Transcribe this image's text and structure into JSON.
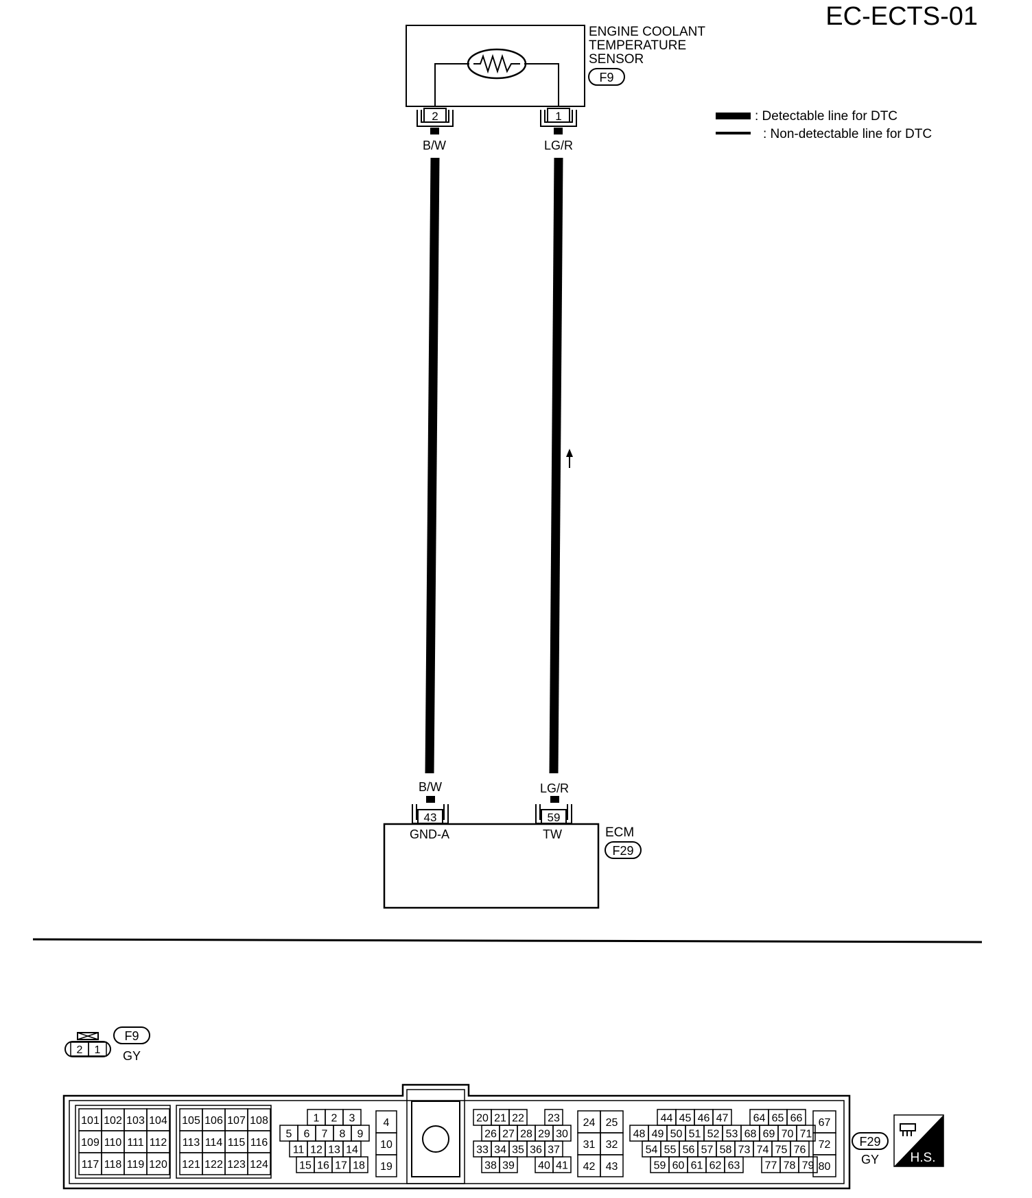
{
  "diagram_id": "EC-ECTS-01",
  "sensor": {
    "name_lines": [
      "ENGINE COOLANT",
      "TEMPERATURE",
      "SENSOR"
    ],
    "connector": "F9",
    "pin_left": "2",
    "pin_right": "1"
  },
  "legend": {
    "detectable": ": Detectable line for DTC",
    "non_detectable": ": Non-detectable line for DTC"
  },
  "wires": {
    "left_top": "B/W",
    "right_top": "LG/R",
    "left_bottom": "B/W",
    "right_bottom": "LG/R"
  },
  "ecm": {
    "label": "ECM",
    "connector": "F29",
    "pin_left": "43",
    "pin_right": "59",
    "term_left": "GND-A",
    "term_right": "TW"
  },
  "f9_view": {
    "connector": "F9",
    "color": "GY",
    "pins": [
      "2",
      "1"
    ]
  },
  "f29_view": {
    "connector": "F29",
    "color": "GY",
    "hs_label": "H.S.",
    "block_a": [
      [
        "101",
        "102",
        "103",
        "104"
      ],
      [
        "109",
        "110",
        "111",
        "112"
      ],
      [
        "117",
        "118",
        "119",
        "120"
      ]
    ],
    "block_b": [
      [
        "105",
        "106",
        "107",
        "108"
      ],
      [
        "113",
        "114",
        "115",
        "116"
      ],
      [
        "121",
        "122",
        "123",
        "124"
      ]
    ],
    "block_c": [
      [
        "1",
        "2",
        "3"
      ],
      [
        "5",
        "6",
        "7",
        "8",
        "9"
      ],
      [
        "11",
        "12",
        "13",
        "14"
      ],
      [
        "15",
        "16",
        "17",
        "18"
      ]
    ],
    "block_d": [
      "4",
      "10",
      "19"
    ],
    "block_e": [
      [
        "20",
        "21",
        "22",
        "",
        "23"
      ],
      [
        "26",
        "27",
        "28",
        "29",
        "30"
      ],
      [
        "33",
        "34",
        "35",
        "36",
        "37"
      ],
      [
        "38",
        "39",
        "",
        "40",
        "41"
      ]
    ],
    "block_f": [
      [
        "24",
        "25"
      ],
      [
        "31",
        "32"
      ],
      [
        "42",
        "43"
      ]
    ],
    "block_g": [
      [
        "44",
        "45",
        "46",
        "47",
        "",
        "64",
        "65",
        "66"
      ],
      [
        "48",
        "49",
        "50",
        "51",
        "52",
        "53",
        "68",
        "69",
        "70",
        "71"
      ],
      [
        "54",
        "55",
        "56",
        "57",
        "58",
        "73",
        "74",
        "75",
        "76"
      ],
      [
        "59",
        "60",
        "61",
        "62",
        "63",
        "",
        "77",
        "78",
        "79"
      ]
    ],
    "block_h": [
      "67",
      "72",
      "80"
    ]
  }
}
